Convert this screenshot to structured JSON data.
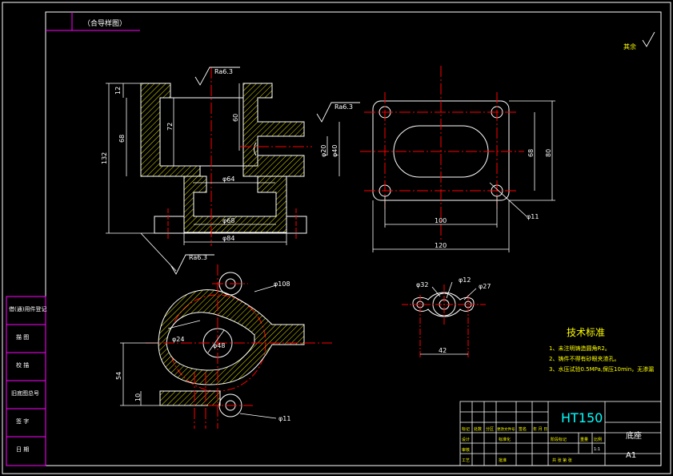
{
  "top_label": "（合导样图）",
  "roughness_top": "Ra6.3",
  "roughness_right": "Ra6.3",
  "roughness_bottom": "Ra6.3",
  "roughness_corner": "其余",
  "section": {
    "dim_12": "12",
    "dim_68": "68",
    "dim_72": "72",
    "dim_60": "60",
    "dim_132": "132",
    "dim_d20": "φ20",
    "dim_d40": "φ40",
    "dim_d64": "φ64",
    "dim_d68": "φ68",
    "dim_d84": "φ84"
  },
  "flange": {
    "dim_68": "68",
    "dim_80": "80",
    "dim_100": "100",
    "dim_120": "120",
    "dim_d11": "φ11"
  },
  "plan": {
    "dim_d108": "φ108",
    "dim_r24": "φ24",
    "dim_d48": "φ48",
    "dim_54": "54",
    "dim_10": "10",
    "dim_d11": "φ11"
  },
  "detail": {
    "dim_d32": "φ32",
    "dim_d12": "φ12",
    "dim_d27": "φ27",
    "dim_42": "42"
  },
  "tech": {
    "title": "技术标准",
    "items": [
      "1、未注明铸造圆角R2。",
      "2、铸件不得有砂眼夹渣孔。",
      "3、水压试验0.5MPa,保压10min，无渗漏"
    ]
  },
  "left_strip": [
    "借(通)用件登记",
    "描  图",
    "校  描",
    "旧底图总号",
    "签  字",
    "日  期"
  ],
  "title_block": {
    "material": "HT150",
    "part_name": "底座",
    "sheet": "A1",
    "row1": [
      "标记",
      "处数",
      "分区",
      "更改文件号",
      "签名",
      "年 月 日"
    ],
    "c_design": "设计",
    "c_standard": "标准化",
    "c_check": "审核",
    "c_process": "工艺",
    "c_approve": "批准",
    "c_stage": "阶段标记",
    "c_weight": "重量",
    "c_scale": "比例",
    "c_scale_val": "1:1",
    "c_sheets": "共  张  第  张"
  }
}
